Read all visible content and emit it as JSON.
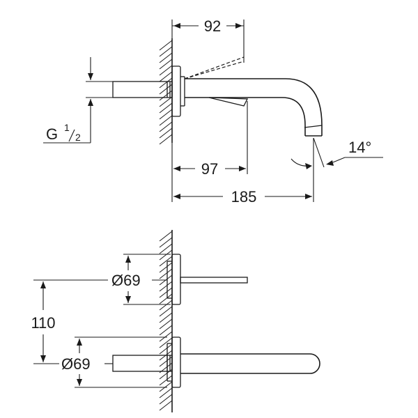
{
  "dimensions": {
    "top_projection": "92",
    "thread_prefix": "G",
    "thread_num": "1",
    "thread_den": "2",
    "spout_reach_short": "97",
    "spout_reach_total": "185",
    "spout_angle": "14°",
    "plate_diameter_upper": "Ø69",
    "plate_diameter_lower": "Ø69",
    "centre_distance": "110"
  }
}
